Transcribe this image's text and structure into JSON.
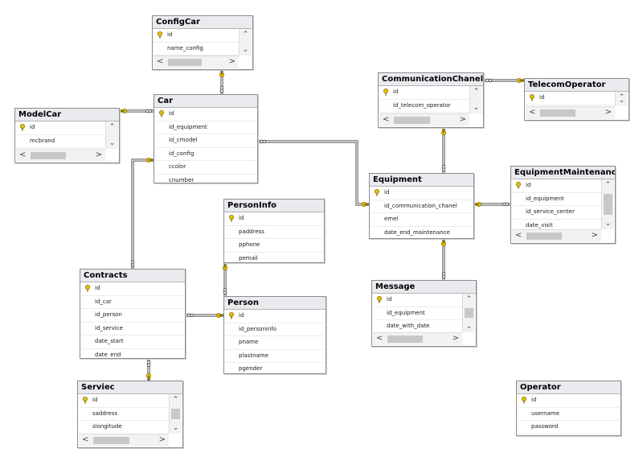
{
  "tables": [
    {
      "id": "configcar",
      "title": "ConfigCar",
      "columns": [
        "id",
        "name_config"
      ],
      "scroll": true
    },
    {
      "id": "car",
      "title": "Car",
      "columns": [
        "id",
        "id_equipment",
        "id_cmodel",
        "id_config",
        "ccolor",
        "cnumber"
      ],
      "scroll": false
    },
    {
      "id": "modelcar",
      "title": "ModelCar",
      "columns": [
        "id",
        "mcbrand"
      ],
      "scroll": true
    },
    {
      "id": "communicationchanel",
      "title": "CommunicationChanel",
      "columns": [
        "id",
        "id_telecom_operator"
      ],
      "scroll": true
    },
    {
      "id": "telecomoperator",
      "title": "TelecomOperator",
      "columns": [
        "id"
      ],
      "scroll": true
    },
    {
      "id": "equipment",
      "title": "Equipment",
      "columns": [
        "id",
        "id_communication_chanel",
        "emei",
        "date_end_maintenance"
      ],
      "scroll": false
    },
    {
      "id": "equipmentmaintenance",
      "title": "EquipmentMaintenance",
      "columns": [
        "id",
        "id_equipment",
        "id_service_center",
        "date_visit"
      ],
      "scroll": true
    },
    {
      "id": "personinfo",
      "title": "PersonInfo",
      "columns": [
        "id",
        "paddress",
        "pphone",
        "pemail"
      ],
      "scroll": false
    },
    {
      "id": "contracts",
      "title": "Contracts",
      "columns": [
        "id",
        "id_car",
        "id_person",
        "id_service",
        "date_start",
        "date_end"
      ],
      "scroll": false
    },
    {
      "id": "person",
      "title": "Person",
      "columns": [
        "id",
        "id_personinfo",
        "pname",
        "plastname",
        "pgender"
      ],
      "scroll": false
    },
    {
      "id": "message",
      "title": "Message",
      "columns": [
        "id",
        "id_equipment",
        "date_with_date"
      ],
      "scroll": true
    },
    {
      "id": "serviec",
      "title": "Serviec",
      "columns": [
        "id",
        "saddress",
        "slongitude"
      ],
      "scroll": true
    },
    {
      "id": "operator",
      "title": "Operator",
      "columns": [
        "id",
        "username",
        "password"
      ],
      "scroll": false
    }
  ],
  "relationships": [
    {
      "from": "car",
      "to": "configcar"
    },
    {
      "from": "car",
      "to": "modelcar"
    },
    {
      "from": "car",
      "to": "equipment"
    },
    {
      "from": "contracts",
      "to": "car"
    },
    {
      "from": "contracts",
      "to": "person"
    },
    {
      "from": "contracts",
      "to": "serviec"
    },
    {
      "from": "person",
      "to": "personinfo"
    },
    {
      "from": "equipment",
      "to": "communicationchanel"
    },
    {
      "from": "communicationchanel",
      "to": "telecomoperator"
    },
    {
      "from": "equipmentmaintenance",
      "to": "equipment"
    },
    {
      "from": "message",
      "to": "equipment"
    }
  ],
  "icons": {
    "primary_key": "key-icon",
    "scroll_up": "chevron-up-icon",
    "scroll_down": "chevron-down-icon",
    "scroll_left": "chevron-left-icon",
    "scroll_right": "chevron-right-icon"
  },
  "colors": {
    "title_bg": "#e9ebef",
    "line": "#555555",
    "key": "#c9a500",
    "endpoint": "#e8c300"
  }
}
